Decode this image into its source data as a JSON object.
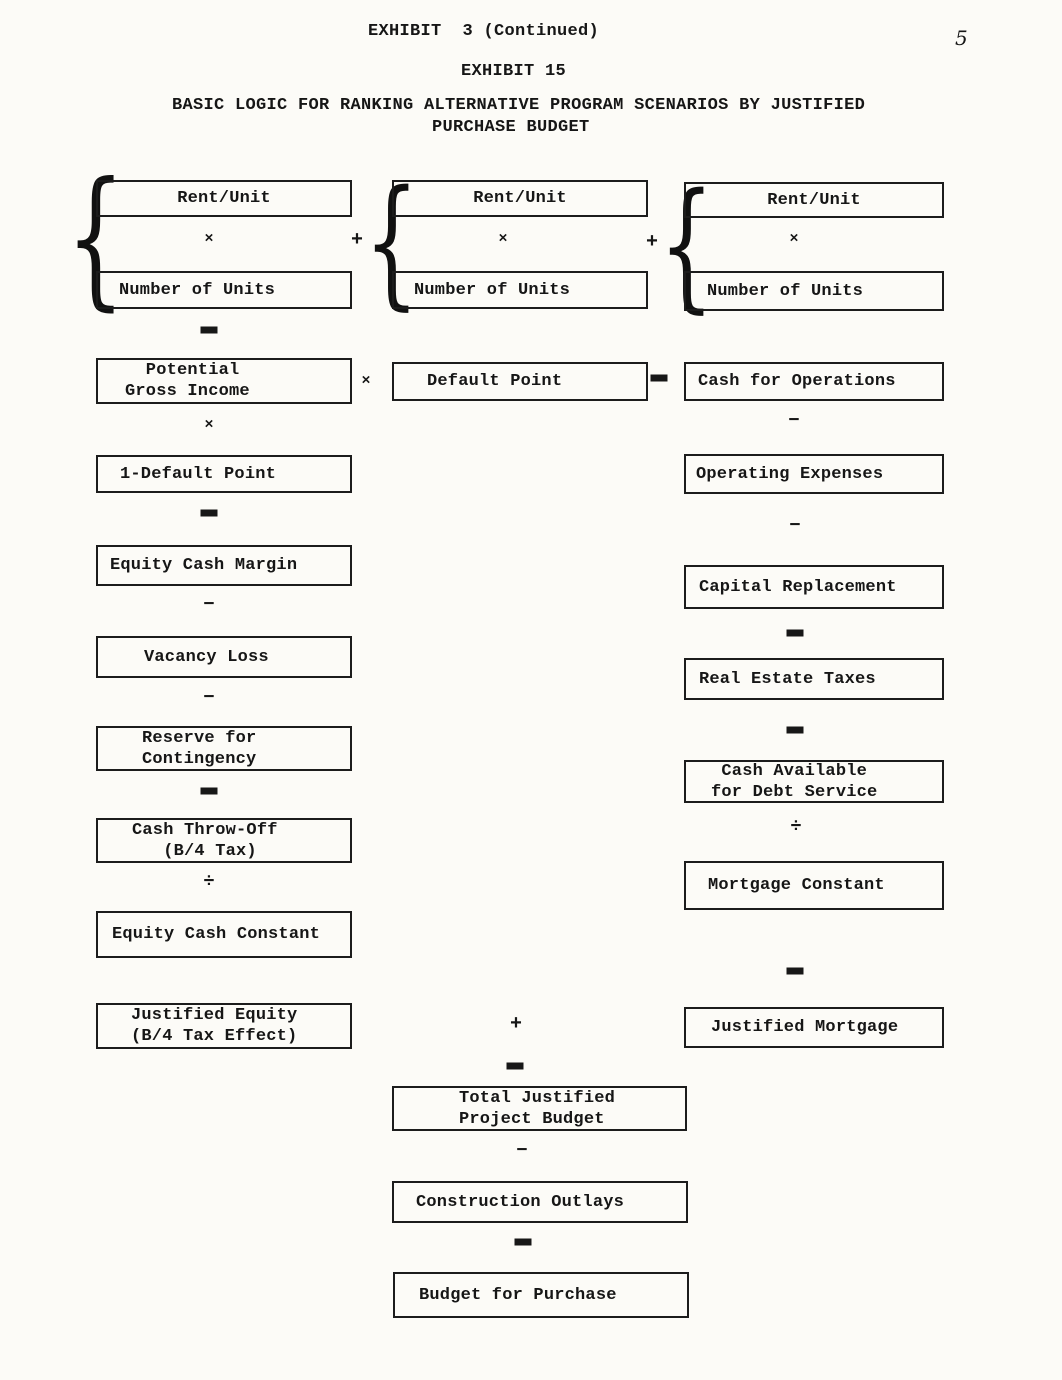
{
  "page_number": "5",
  "header": {
    "line1": "EXHIBIT  3 (Continued)",
    "line2": "EXHIBIT 15",
    "line3": "BASIC LOGIC FOR RANKING ALTERNATIVE PROGRAM SCENARIOS BY JUSTIFIED",
    "line4": "PURCHASE BUDGET"
  },
  "operators": {
    "multiply": "×",
    "equals": "=",
    "minus": "−",
    "divide": "÷",
    "plus": "+",
    "brace": "{"
  },
  "left_column": {
    "rent_unit": "Rent/Unit",
    "number_of_units": "Number of Units",
    "potential_gross_income": "  Potential\nGross Income",
    "one_minus_default_point": "1-Default Point",
    "equity_cash_margin": "Equity Cash Margin",
    "vacancy_loss": "Vacancy Loss",
    "reserve_for_contingency": "Reserve for\nContingency",
    "cash_throw_off": "Cash Throw-Off\n   (B/4 Tax)",
    "equity_cash_constant": "Equity Cash Constant",
    "justified_equity": "Justified Equity\n(B/4 Tax Effect)"
  },
  "middle_column": {
    "rent_unit": "Rent/Unit",
    "number_of_units": "Number of Units",
    "default_point": "Default Point",
    "total_justified_project_budget": "Total Justified\nProject Budget",
    "construction_outlays": "Construction Outlays",
    "budget_for_purchase": "Budget for Purchase"
  },
  "right_column": {
    "rent_unit": "Rent/Unit",
    "number_of_units": "Number of Units",
    "cash_for_operations": "Cash for Operations",
    "operating_expenses": "Operating Expenses",
    "capital_replacement": "Capital Replacement",
    "real_estate_taxes": "Real Estate Taxes",
    "cash_available_for_debt_service": " Cash Available\nfor Debt Service",
    "mortgage_constant": "Mortgage Constant",
    "justified_mortgage": "Justified Mortgage"
  }
}
